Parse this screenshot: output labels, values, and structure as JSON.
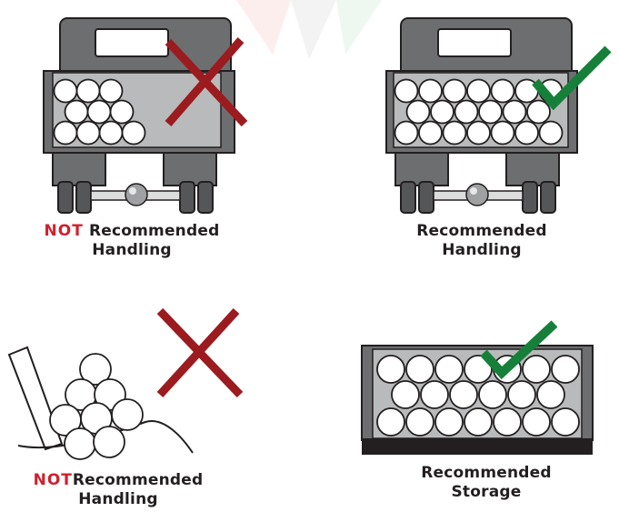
{
  "panels": [
    {
      "id": "truck-partial",
      "not_word": "NOT",
      "line1": "Recommended",
      "line2": "Handling",
      "verdict": "cross"
    },
    {
      "id": "truck-full",
      "line1": "Recommended",
      "line2": "Handling",
      "verdict": "check"
    },
    {
      "id": "pile-leaning",
      "not_word": "NOT",
      "line1": "Recommended",
      "line2": "Handling",
      "verdict": "cross"
    },
    {
      "id": "crate-storage",
      "line1": "Recommended",
      "line2": "Storage",
      "verdict": "check"
    }
  ],
  "colors": {
    "cross": "#9b1b1f",
    "check": "#16803a",
    "not_text": "#d0202e",
    "body_gray": "#6d6e70",
    "dark_gray": "#555657",
    "outline": "#231f20",
    "bed_fill": "#b9babb"
  },
  "icons": [
    "cross-mark-icon",
    "check-mark-icon",
    "truck-icon",
    "crate-icon",
    "roll-pile-icon"
  ]
}
